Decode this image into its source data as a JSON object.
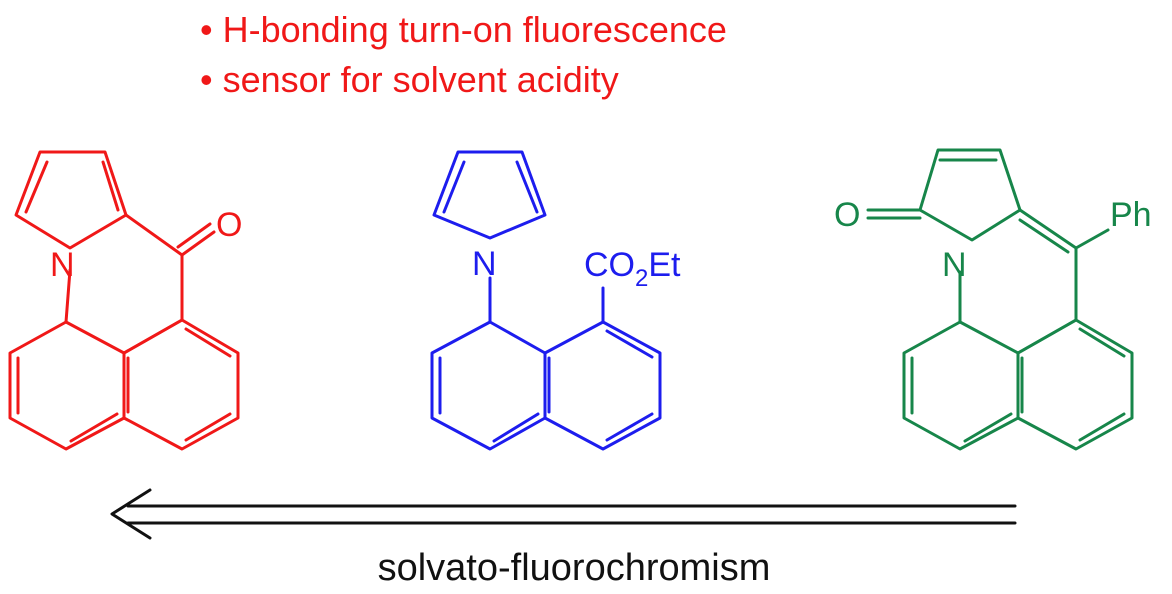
{
  "colors": {
    "red": "#f01818",
    "blue": "#1d1dee",
    "green": "#17864a",
    "black": "#111111"
  },
  "bullets": [
    "• H-bonding turn-on fluorescence",
    "• sensor for solvent acidity"
  ],
  "molecules": {
    "left": {
      "n_label": "N",
      "o_label": "O"
    },
    "middle": {
      "n_label": "N",
      "ester_prefix": "CO",
      "ester_subscript": "2",
      "ester_suffix": "Et"
    },
    "right": {
      "n_label": "N",
      "o_label": "O",
      "ph_label": "Ph"
    }
  },
  "arrow": {
    "caption": "solvato-fluorochromism"
  }
}
